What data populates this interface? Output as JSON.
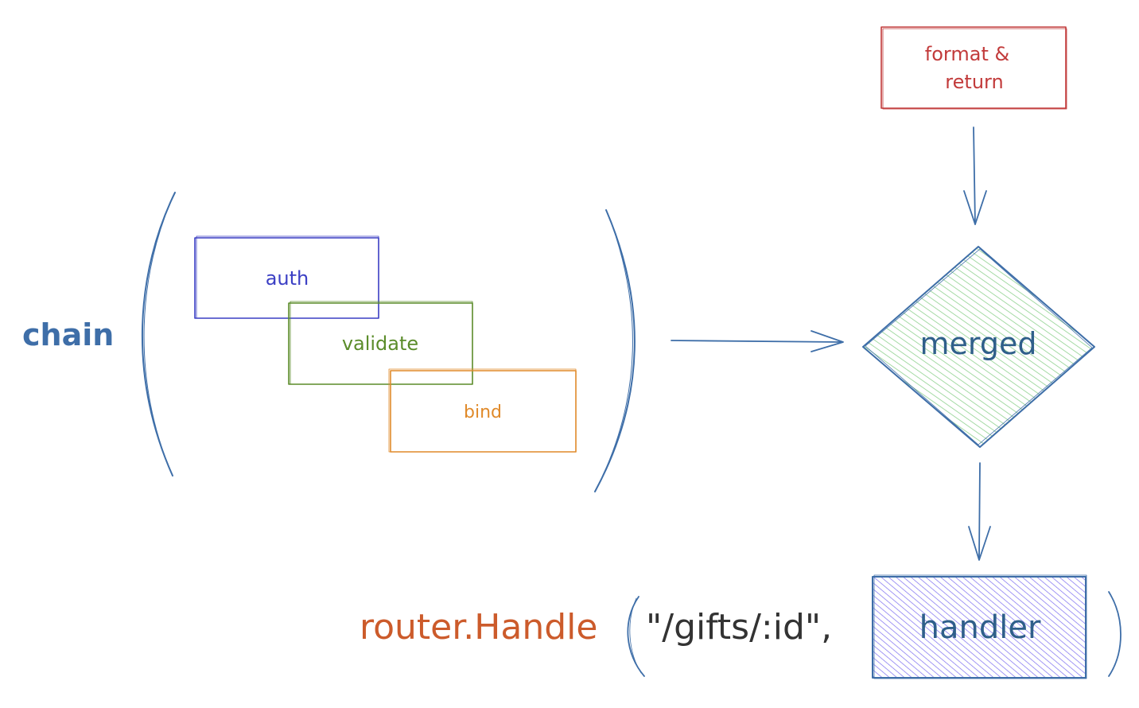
{
  "colors": {
    "blue": "#3e6ea8",
    "indigo": "#3b3fc4",
    "green": "#5b8c2a",
    "orange": "#e08a2a",
    "red": "#c23b3b",
    "diamond_fill": "#8fd18f",
    "handler_fill": "#7b6cf0",
    "router": "#cc5b2b",
    "dark_text": "#333333"
  },
  "labels": {
    "chain": "chain",
    "auth": "auth",
    "validate": "validate",
    "bind": "bind",
    "merged": "merged",
    "format": "format &",
    "return": "return",
    "router": "router.Handle",
    "path": "\"/gifts/:id\",",
    "handler": "handler"
  }
}
